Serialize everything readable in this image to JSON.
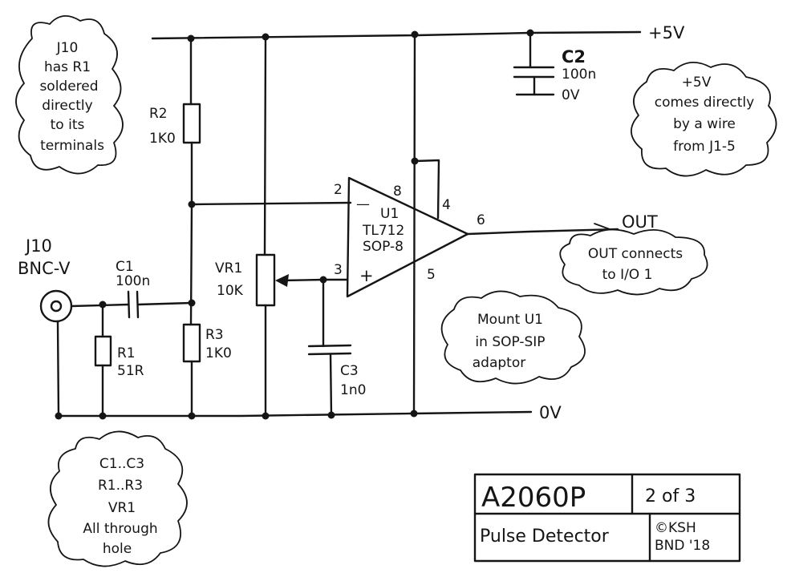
{
  "rails": {
    "vcc": "+5V",
    "gnd": "0V"
  },
  "connectors": {
    "j10": {
      "ref": "J10",
      "type": "BNC-V"
    }
  },
  "components": {
    "r1": {
      "ref": "R1",
      "value": "51R"
    },
    "r2": {
      "ref": "R2",
      "value": "1K0"
    },
    "r3": {
      "ref": "R3",
      "value": "1K0"
    },
    "vr1": {
      "ref": "VR1",
      "value": "10K"
    },
    "c1": {
      "ref": "C1",
      "value": "100n"
    },
    "c2": {
      "ref": "C2",
      "value": "100n",
      "neg": "0V"
    },
    "c3": {
      "ref": "C3",
      "value": "1n0"
    },
    "u1": {
      "ref": "U1",
      "part": "TL712",
      "package": "SOP-8",
      "minus": "—",
      "plus": "+"
    }
  },
  "pins": {
    "p2": "2",
    "p3": "3",
    "p4": "4",
    "p5": "5",
    "p6": "6",
    "p8": "8"
  },
  "output": {
    "label": "OUT"
  },
  "notes": {
    "j10_note": [
      "J10",
      "has R1",
      "soldered",
      "directly",
      "to its",
      "terminals"
    ],
    "vcc_note": [
      "+5V",
      "comes directly",
      "by a wire",
      "from J1-5"
    ],
    "out_note": [
      "OUT connects",
      "to I/O 1"
    ],
    "u1_note": [
      "Mount U1",
      "in SOP-SIP",
      "adaptor"
    ],
    "parts_note": [
      "C1..C3",
      "R1..R3",
      "VR1",
      "All through",
      "hole"
    ]
  },
  "title_block": {
    "drawing_no": "A2060P",
    "sheet": "2 of 3",
    "title": "Pulse Detector",
    "copyright": "©KSH",
    "date": "BND '18"
  }
}
